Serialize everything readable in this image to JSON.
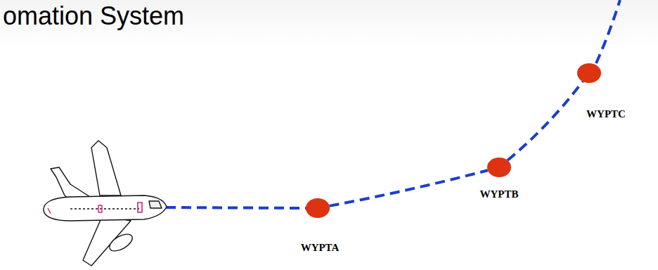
{
  "diagram": {
    "title": "omation System",
    "nodes": [
      {
        "text": [
          "WYPTA"
        ]
      },
      {
        "text": [
          "WYPTB"
        ]
      },
      {
        "text": [
          "WYPTC"
        ]
      }
    ],
    "edges": [
      {
        "from": 0,
        "to": 1,
        "arrow": "none"
      },
      {
        "from": 1,
        "to": 2,
        "arrow": "none"
      }
    ]
  }
}
